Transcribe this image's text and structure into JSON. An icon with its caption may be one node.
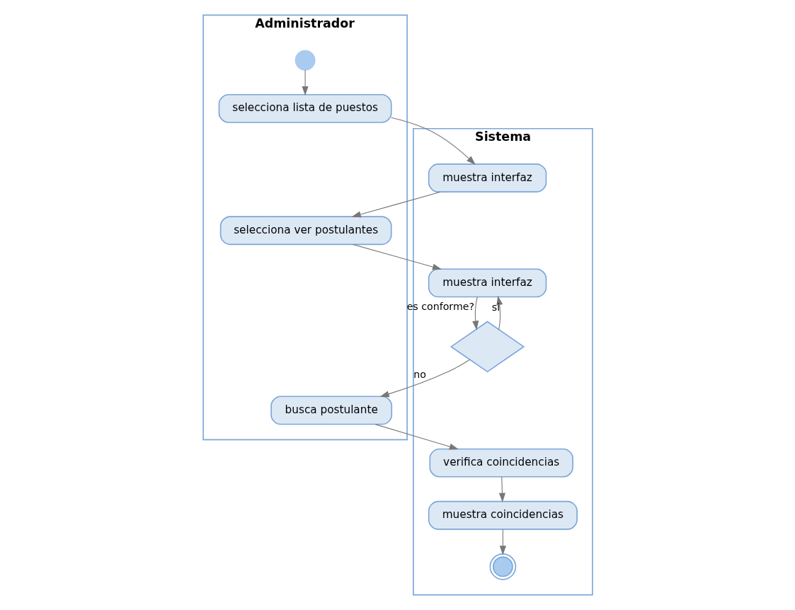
{
  "diagram": {
    "nodes": [
      {
        "text": [
          "Administrador"
        ]
      },
      {
        "text": [
          "Sistema"
        ]
      },
      {
        "text": [],
        "shape": "circle",
        "in": 0
      },
      {
        "text": [
          "selecciona lista de puestos"
        ],
        "in": 0
      },
      {
        "text": [
          "muestra interfaz"
        ],
        "in": 1
      },
      {
        "text": [
          "selecciona ver postulantes"
        ],
        "in": 0
      },
      {
        "text": [
          "muestra interfaz"
        ],
        "in": 1
      },
      {
        "text": [],
        "shape": "diamond",
        "in": 1
      },
      {
        "text": [
          "busca postulante"
        ],
        "in": 0
      },
      {
        "text": [
          "verifica coincidencias"
        ],
        "in": 1
      },
      {
        "text": [
          "muestra coincidencias"
        ],
        "in": 1
      },
      {
        "text": [],
        "shape": "circle",
        "in": 1
      }
    ],
    "edges": [
      {
        "from": 2,
        "to": 3,
        "arrow": "to"
      },
      {
        "from": 3,
        "to": 4,
        "arrow": "to"
      },
      {
        "from": 4,
        "to": 5,
        "arrow": "to"
      },
      {
        "from": 5,
        "to": 6,
        "arrow": "to"
      },
      {
        "from": 6,
        "to": 7,
        "arrow": "to",
        "label": "es conforme?"
      },
      {
        "from": 7,
        "to": 6,
        "arrow": "to",
        "label": "si"
      },
      {
        "from": 7,
        "to": 8,
        "arrow": "to",
        "label": "no"
      },
      {
        "from": 8,
        "to": 9,
        "arrow": "to"
      },
      {
        "from": 9,
        "to": 10,
        "arrow": "to"
      },
      {
        "from": 10,
        "to": 11,
        "arrow": "to"
      }
    ]
  }
}
